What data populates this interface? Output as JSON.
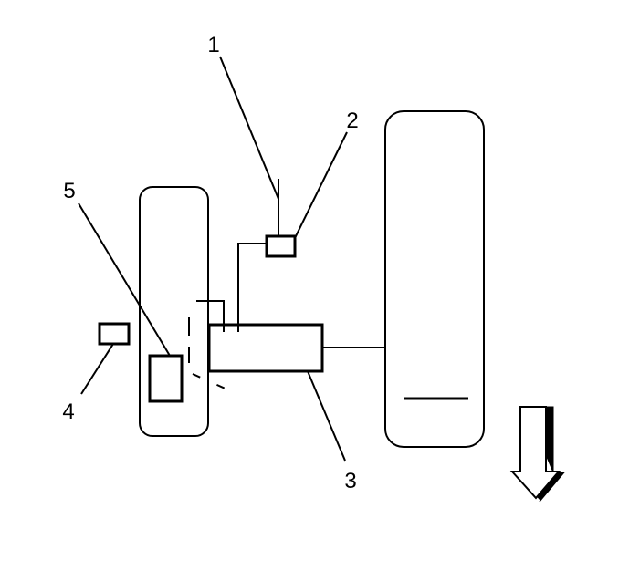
{
  "colors": {
    "stroke": "#000000",
    "background": "#ffffff",
    "arrow_shadow": "#000000"
  },
  "icons": {
    "direction": "down-arrow-icon"
  },
  "callouts": [
    {
      "id": "1",
      "label": "1"
    },
    {
      "id": "2",
      "label": "2"
    },
    {
      "id": "3",
      "label": "3"
    },
    {
      "id": "4",
      "label": "4"
    },
    {
      "id": "5",
      "label": "5"
    }
  ]
}
